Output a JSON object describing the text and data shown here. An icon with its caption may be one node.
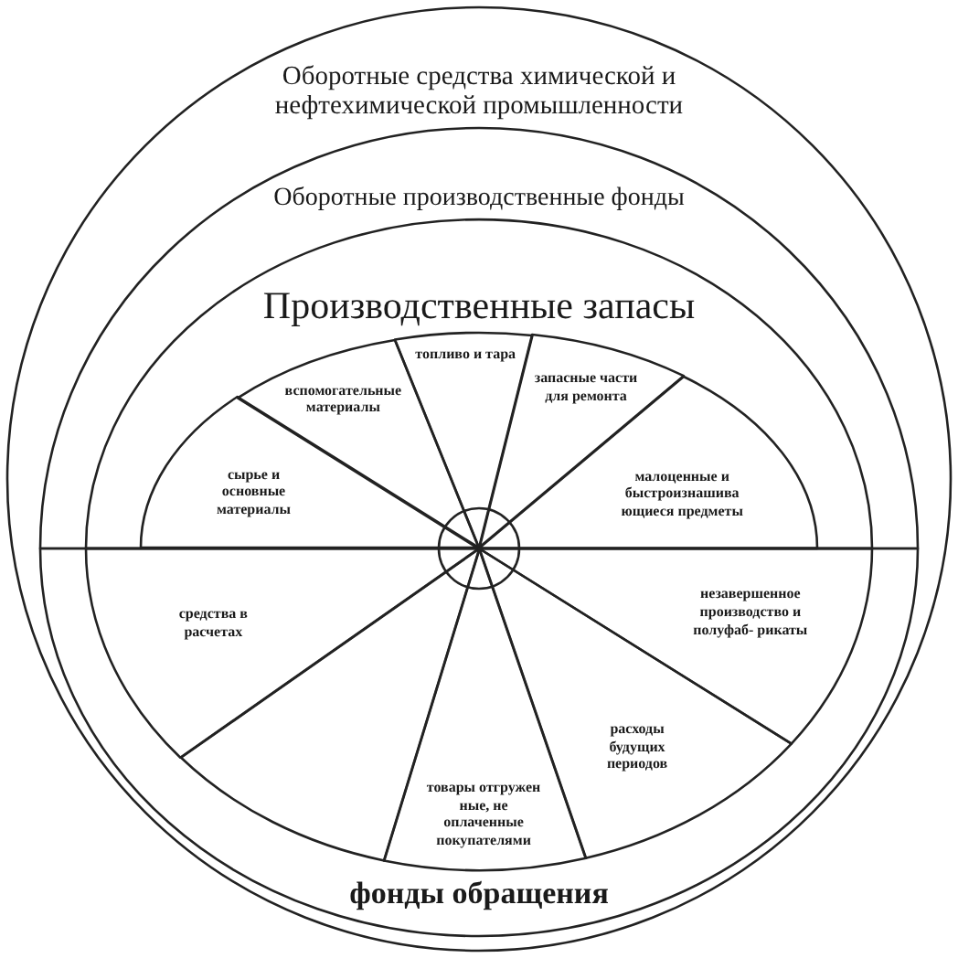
{
  "diagram": {
    "nodes": [
      {
        "text": [
          "Оборотные средства химической и нефтехимической промышленности"
        ]
      },
      {
        "text": [
          "Оборотные производственные фонды"
        ],
        "in": 0
      },
      {
        "text": [
          "Производственные запасы"
        ],
        "in": 1
      },
      {
        "text": [
          "сырье и основные материалы"
        ],
        "in": 2
      },
      {
        "text": [
          "вспомогательные материалы"
        ],
        "in": 2
      },
      {
        "text": [
          "топливо и тара"
        ],
        "in": 2
      },
      {
        "text": [
          "запасные части для ремонта"
        ],
        "in": 2
      },
      {
        "text": [
          "малоценные и быстроизнашива ющиеся предметы"
        ],
        "in": 2
      },
      {
        "text": [
          "фонды обращения"
        ],
        "in": 0
      },
      {
        "text": [
          "средства в расчетах"
        ],
        "in": 8
      },
      {
        "text": [],
        "shape": "sector",
        "in": 8
      },
      {
        "text": [
          "товары отгружен ные, не оплаченные покупателями"
        ],
        "in": 8
      },
      {
        "text": [
          "расходы будущих периодов"
        ],
        "in": 8
      },
      {
        "text": [
          "незавершенное производство и полуфаб- рикаты"
        ],
        "in": 8
      }
    ]
  }
}
